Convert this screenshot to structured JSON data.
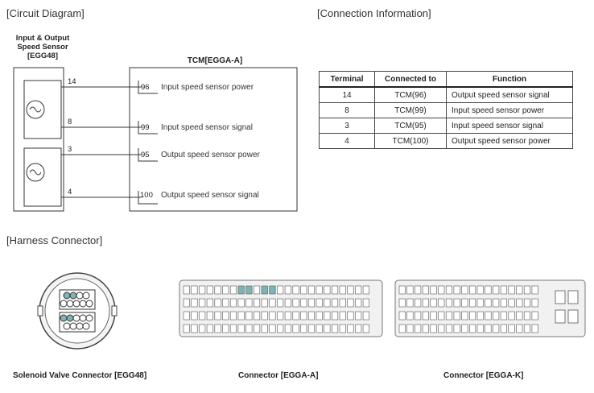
{
  "titles": {
    "circuit": "[Circuit Diagram]",
    "connection": "[Connection Information]",
    "harness": "[Harness Connector]"
  },
  "sensor": {
    "line1": "Input & Output",
    "line2": "Speed Sensor",
    "line3": "[EGG48]"
  },
  "tcm": {
    "label": "TCM[EGGA-A]"
  },
  "wires": [
    {
      "sensor_pin": "14",
      "tcm_pin": "96",
      "function": "Input speed sensor power"
    },
    {
      "sensor_pin": "8",
      "tcm_pin": "99",
      "function": "Input speed sensor signal"
    },
    {
      "sensor_pin": "3",
      "tcm_pin": "95",
      "function": "Output speed sensor power"
    },
    {
      "sensor_pin": "4",
      "tcm_pin": "100",
      "function": "Output speed sensor signal"
    }
  ],
  "table": {
    "headers": [
      "Terminal",
      "Connected to",
      "Function"
    ],
    "rows": [
      [
        "14",
        "TCM(96)",
        "Output speed sensor signal"
      ],
      [
        "8",
        "TCM(99)",
        "Input speed sensor power"
      ],
      [
        "3",
        "TCM(95)",
        "Input speed sensor signal"
      ],
      [
        "4",
        "TCM(100)",
        "Output speed sensor power"
      ]
    ]
  },
  "captions": {
    "egg48": "Solenoid Valve Connector [EGG48]",
    "egga_a": "Connector [EGGA-A]",
    "egga_k": "Connector [EGGA-K]"
  },
  "colors": {
    "highlight": "#7fb3b5",
    "line": "#333333"
  }
}
